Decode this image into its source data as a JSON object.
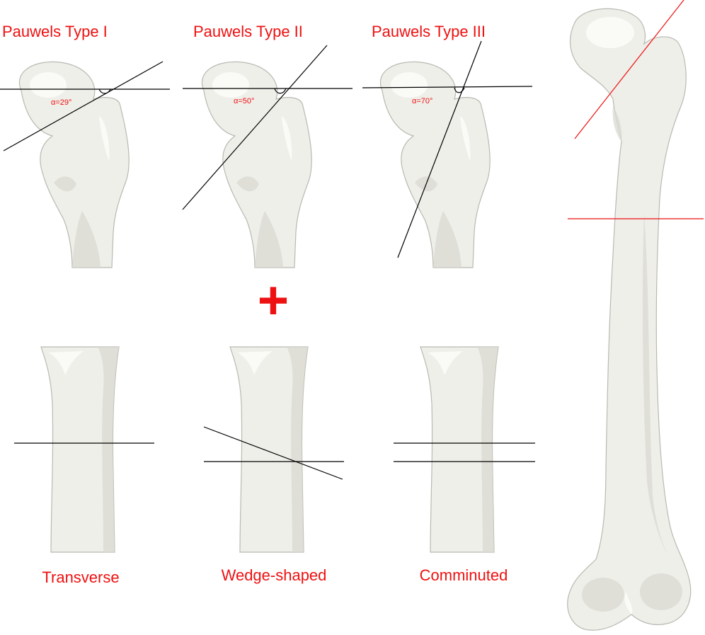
{
  "pauwels": {
    "type1": {
      "title": "Pauwels Type I",
      "angle": "α=29°"
    },
    "type2": {
      "title": "Pauwels Type II",
      "angle": "α=50°"
    },
    "type3": {
      "title": "Pauwels Type III",
      "angle": "α=70°"
    }
  },
  "combine_symbol": "+",
  "shaft_fractures": {
    "transverse": "Transverse",
    "wedge": "Wedge-shaped",
    "comminuted": "Comminuted"
  },
  "colors": {
    "label_red": "#ee1111",
    "line_black": "#000000",
    "bone": "#efefea"
  }
}
